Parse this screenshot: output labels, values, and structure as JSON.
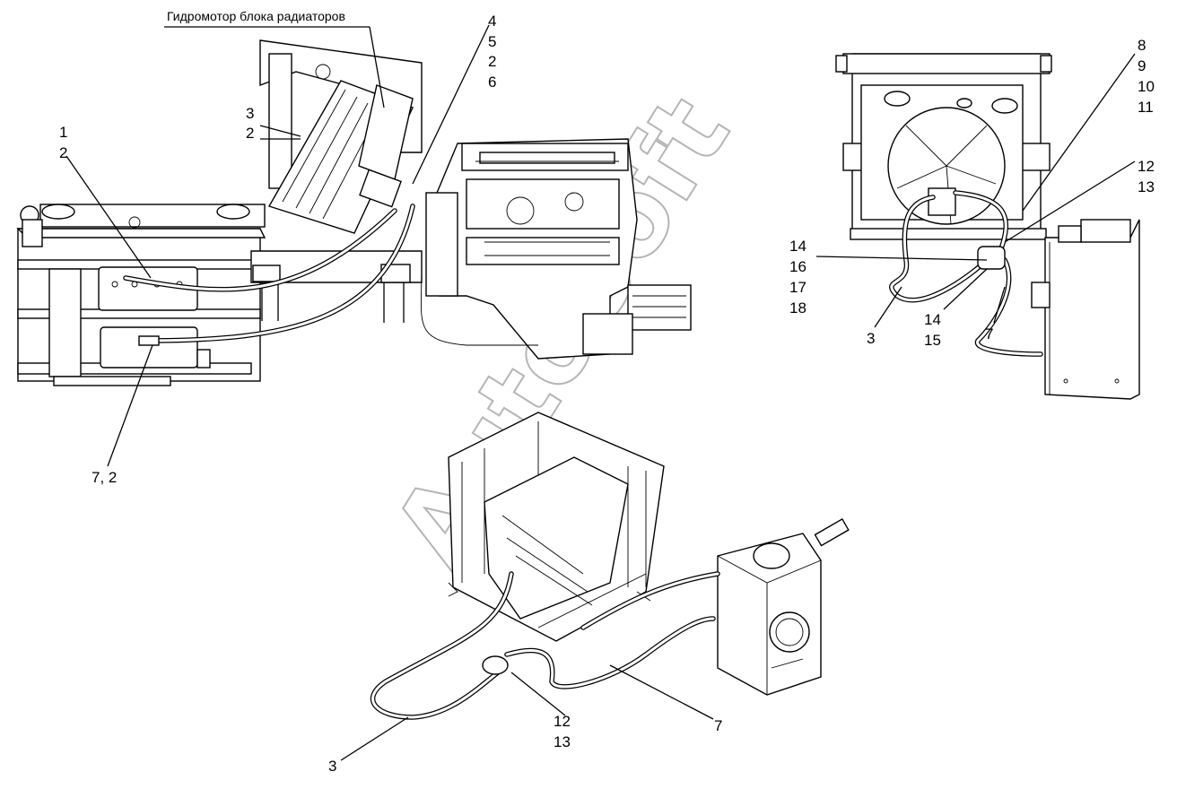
{
  "caption": "Гидромотор блока радиаторов",
  "watermark": "AutoSoft",
  "labels": {
    "l1": "1",
    "l2a": "2",
    "l3a": "3",
    "l2b": "2",
    "l4": "4",
    "l5": "5",
    "l2c": "2",
    "l6": "6",
    "l72": "7, 2",
    "l8": "8",
    "l9": "9",
    "l10": "10",
    "l11": "11",
    "l12a": "12",
    "l13a": "13",
    "l14a": "14",
    "l16": "16",
    "l17": "17",
    "l18": "18",
    "l14b": "14",
    "l15": "15",
    "l3b": "3",
    "l7a": "7",
    "l12b": "12",
    "l13b": "13",
    "l3c": "3",
    "l7b": "7"
  }
}
